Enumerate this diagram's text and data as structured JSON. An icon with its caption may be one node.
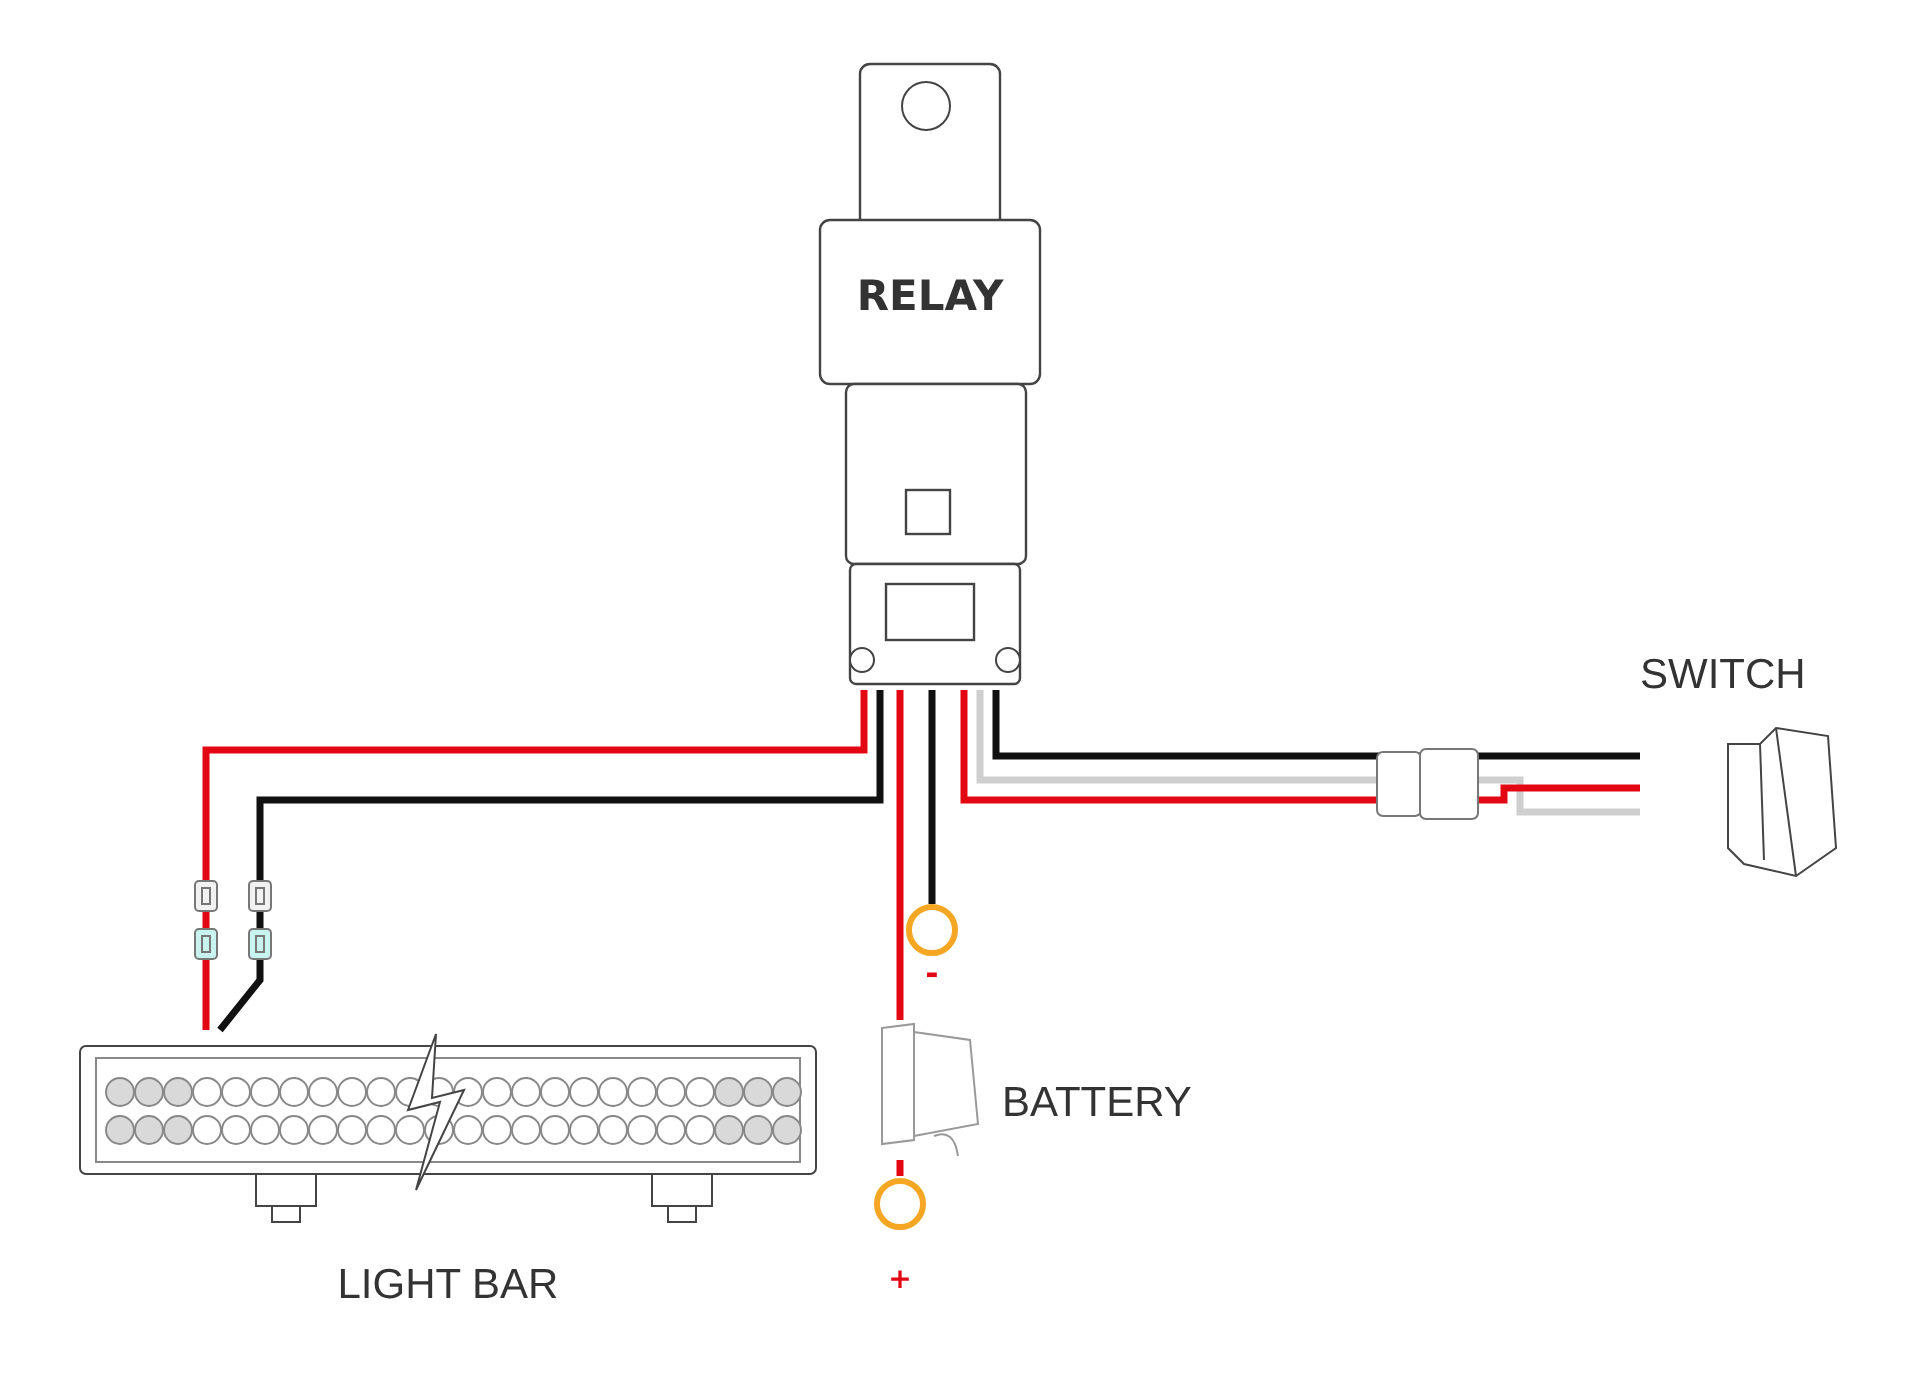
{
  "diagram": {
    "nodes": [
      {
        "text": [
          "RELAY"
        ]
      },
      {
        "text": [
          "SWITCH"
        ]
      },
      {
        "text": [
          "LIGHT BAR"
        ]
      },
      {
        "text": [
          "-"
        ]
      },
      {
        "text": [],
        "shape": "picture"
      },
      {
        "text": [
          "+"
        ]
      }
    ],
    "edges": [
      {
        "from": 0,
        "to": 2,
        "arrow": "none",
        "color": "#e30613"
      },
      {
        "from": 0,
        "to": 2,
        "arrow": "none",
        "color": "#111111"
      },
      {
        "from": 0,
        "to": 3,
        "arrow": "none",
        "color": "#111111"
      },
      {
        "from": 0,
        "to": 4,
        "arrow": "none",
        "color": "#e30613"
      },
      {
        "from": 4,
        "to": 5,
        "arrow": "none",
        "color": "#e30613"
      },
      {
        "from": 0,
        "to": 1,
        "arrow": "none",
        "color": "#111111"
      },
      {
        "from": 0,
        "to": 1,
        "arrow": "none",
        "color": "#cfcfcf"
      },
      {
        "from": 0,
        "to": 1,
        "arrow": "none",
        "color": "#e30613"
      }
    ],
    "labels": [
      "BATTERY"
    ]
  }
}
